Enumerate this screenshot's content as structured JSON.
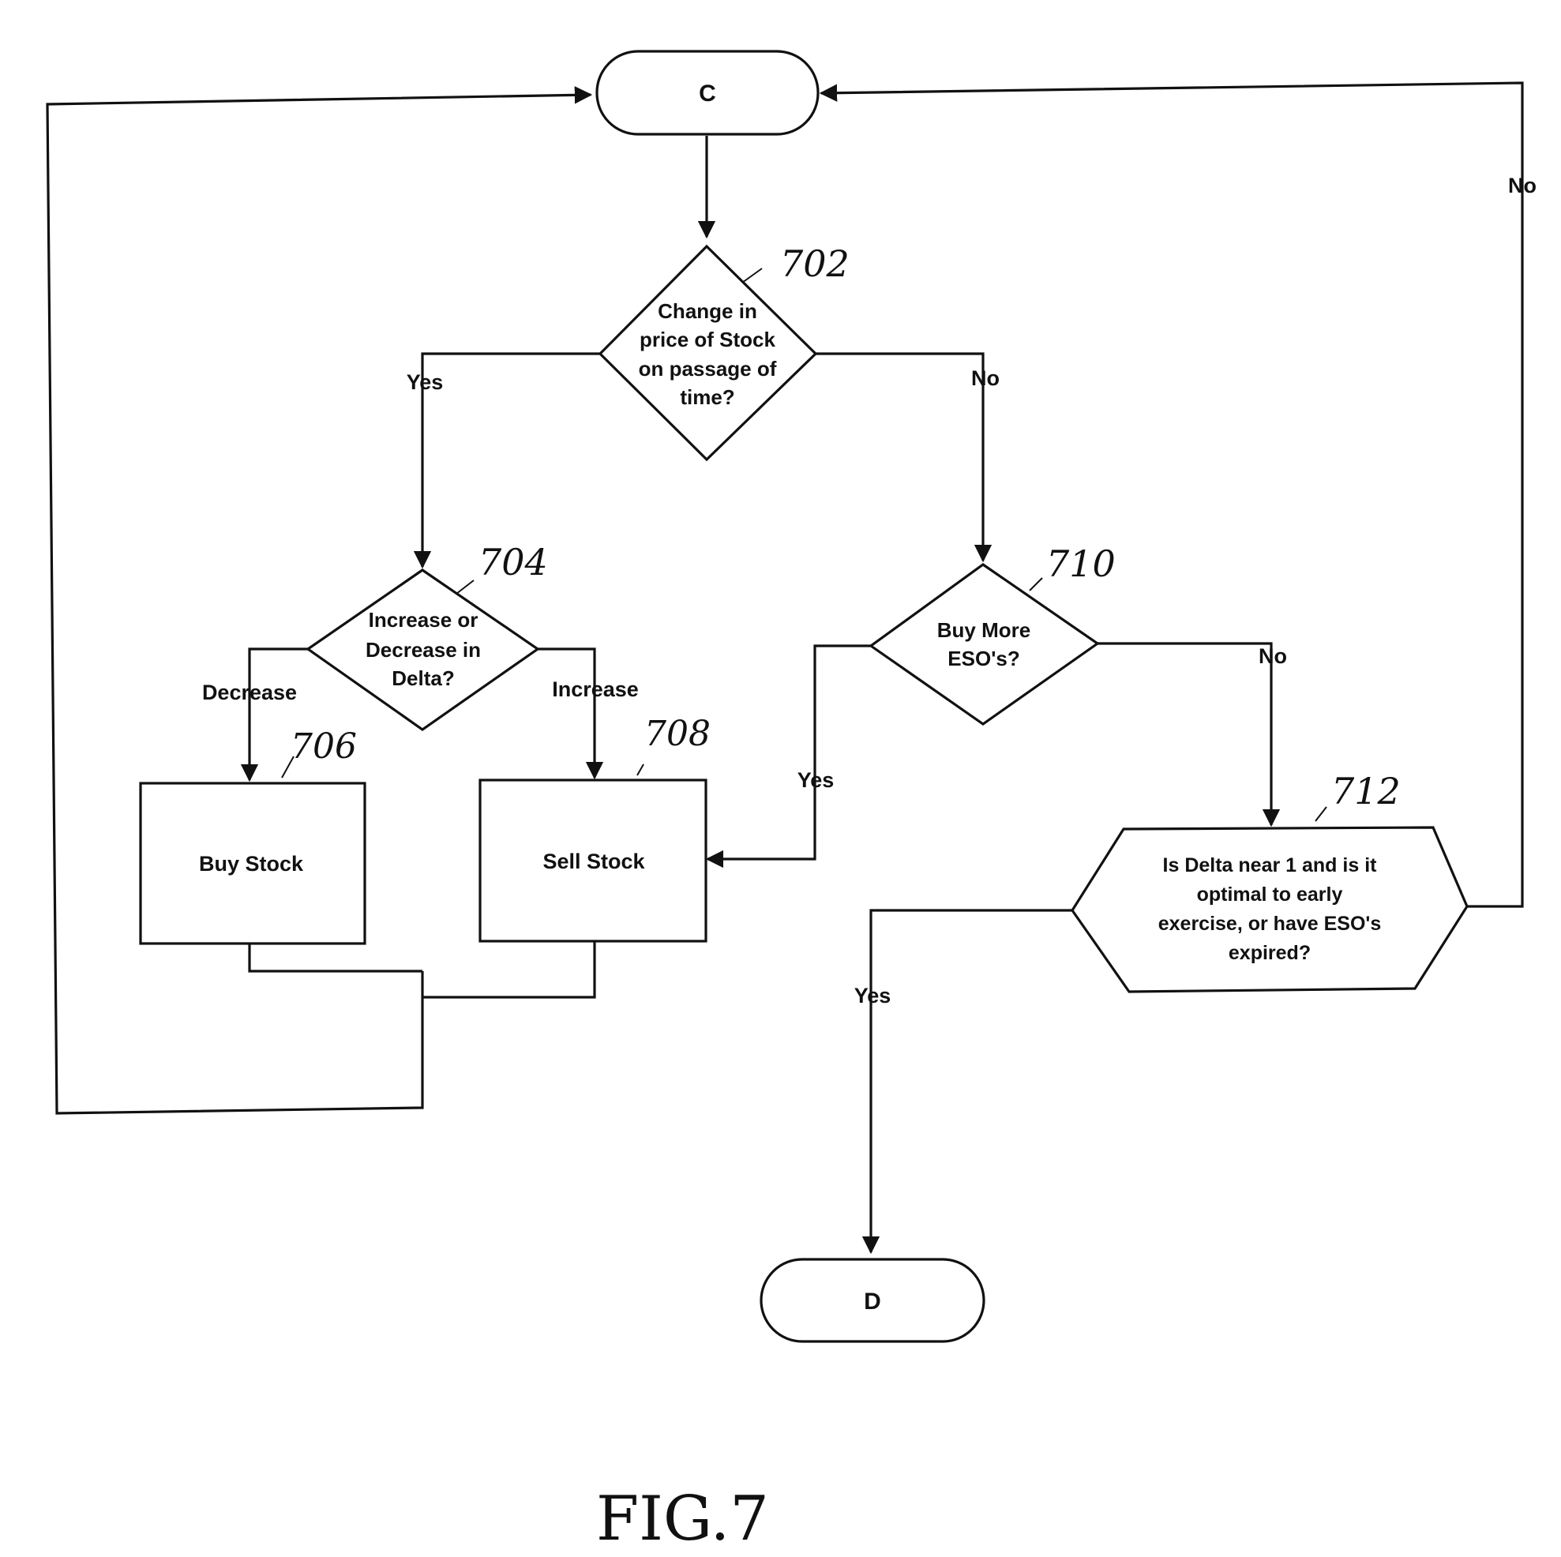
{
  "terminals": {
    "c": "C",
    "d": "D"
  },
  "decisions": {
    "d702": [
      "Change in",
      "price of Stock",
      "on passage of",
      "time?"
    ],
    "d704": [
      "Increase or",
      "Decrease in",
      "Delta?"
    ],
    "d710": [
      "Buy More",
      "ESO's?"
    ],
    "d712": [
      "Is Delta near 1 and is it",
      "optimal to early",
      "exercise, or have ESO's",
      "expired?"
    ]
  },
  "processes": {
    "p706": "Buy Stock",
    "p708": "Sell Stock"
  },
  "branch_labels": {
    "d702_yes": "Yes",
    "d702_no": "No",
    "d704_decrease": "Decrease",
    "d704_increase": "Increase",
    "d710_yes": "Yes",
    "d710_no": "No",
    "d712_yes": "Yes",
    "d712_no": "No"
  },
  "reference_numerals": {
    "r702": "702",
    "r704": "704",
    "r706": "706",
    "r708": "708",
    "r710": "710",
    "r712": "712"
  },
  "figure_label": "FIG.7"
}
